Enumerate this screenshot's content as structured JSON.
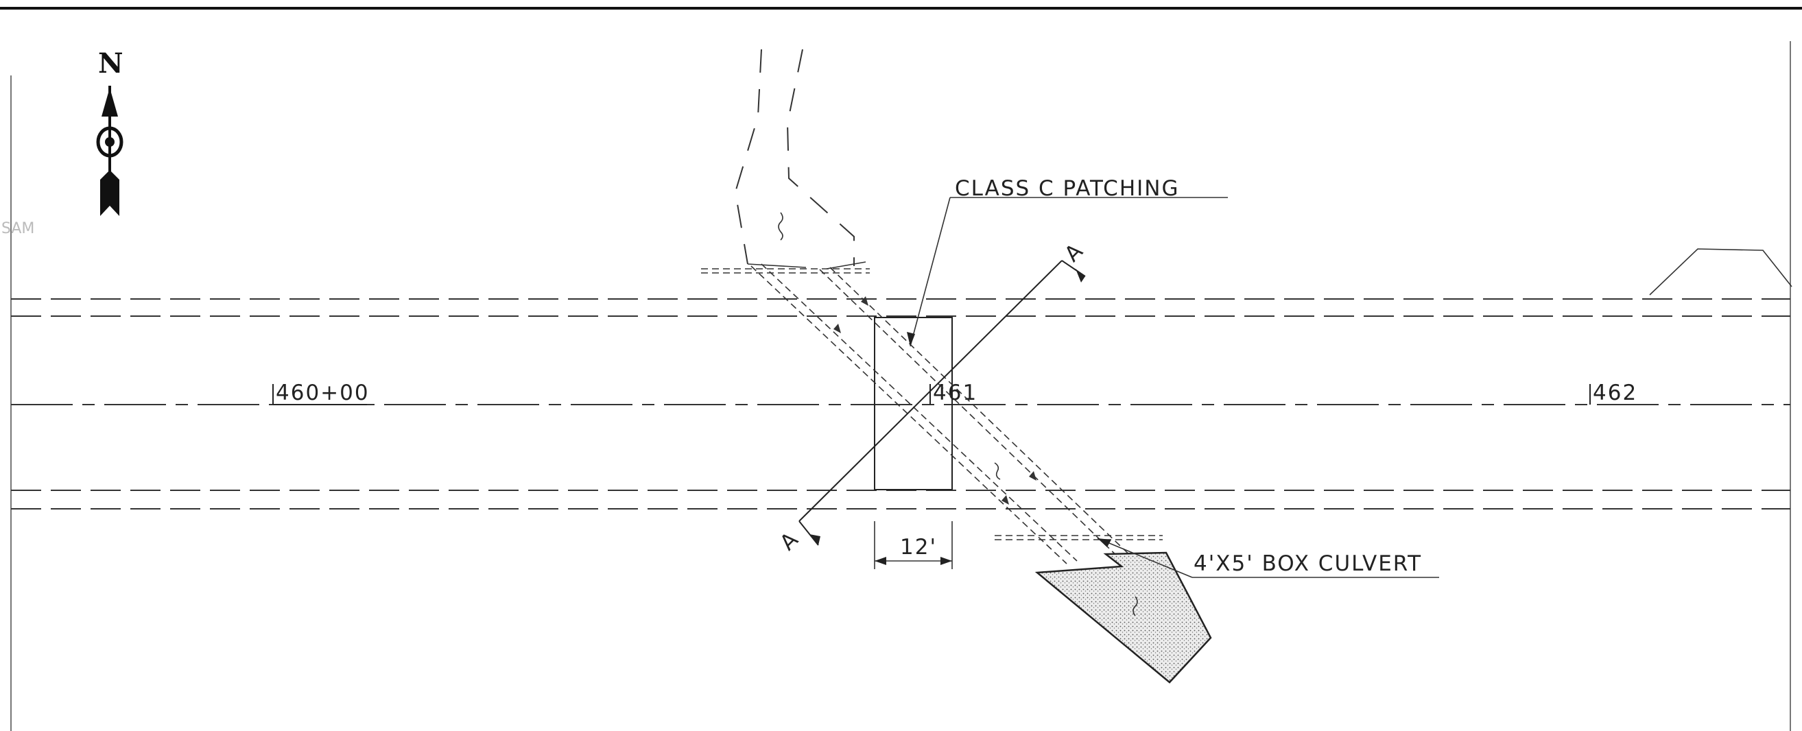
{
  "labels": {
    "north": "N",
    "patching": "CLASS C PATCHING",
    "culvert": "4'X5' BOX CULVERT",
    "dimension": "12'",
    "station_460": "460+00",
    "station_461": "461",
    "station_462": "462",
    "section_a_top": "A",
    "section_a_bottom": "A",
    "margin_mark": "SAM"
  },
  "colors": {
    "line": "#222222",
    "fill_stipple": "#d9d9d9",
    "background": "#ffffff"
  }
}
